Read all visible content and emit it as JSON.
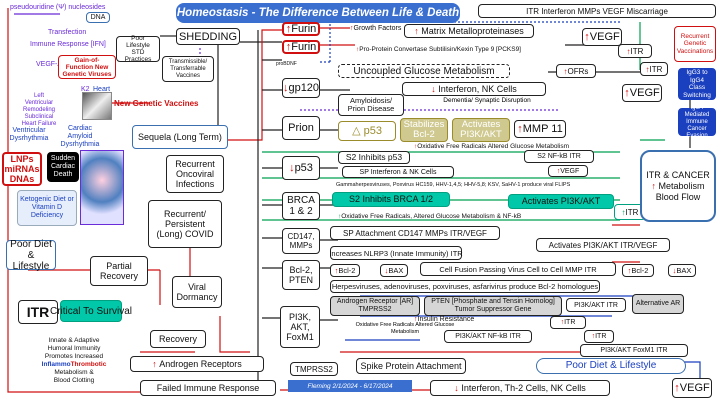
{
  "title": "Homeostasis - The Difference Between Life & Death",
  "signature": "Fleming 2/1/2024 - 6/17/2024",
  "colors": {
    "red": "#d01010",
    "blue": "#1a3fbf",
    "purple": "#6a2bd8",
    "green": "#00a050",
    "teal": "#00c8a8",
    "cyan": "#3fd0ff",
    "gray": "#d6d6d6",
    "title_bg": "#3a6fd0"
  },
  "left": {
    "pseudouridine": "pseudouridine (Ψ) nucleosides",
    "dna": "DNA",
    "transfection": "Transfection",
    "immune_response": "Immune Response [IFN]",
    "vegfa": "VEGF-A",
    "k2": "K2",
    "heart": "Heart",
    "lv": [
      "Left",
      "Ventricular",
      "Remodeling",
      "Subclinical",
      "Heart Failure"
    ],
    "gof": "Gain-of-Function New Genetic Viruses",
    "new_vaccines": "New Genetic Vaccines",
    "ventricular": "Ventricular Dysrhythmia",
    "cardiac": "Cardiac Amyloid Dysrhythmia",
    "lnps": "LNPs miRNAs DNAs",
    "sudden": "Sudden Cardiac Death",
    "keto": "Ketogenic Diet or Vitamin D Deficiency",
    "poor_diet": "Poor Diet & Lifestyle",
    "itr": "ITR",
    "critical": "Critical To Survival",
    "innate": [
      "Innate & Adaptive",
      "Humoral Immunity",
      "Promotes Increased",
      "Inflammothrombotic",
      "Metabolism &",
      "Blood Clotting"
    ],
    "inflammo_a": "Inflammo",
    "inflammo_b": "Thrombotic"
  },
  "middle": {
    "poor_lifestyle": "Poor Lifestyle STD Practices",
    "shedding": "SHEDDING",
    "transmissible": "Transmissible/ Transferrable Vaccines",
    "sequela": "Sequela (Long Term)",
    "recurrent_oncoviral": "Recurrent Oncoviral Infections",
    "recurrent_covid": "Recurrent/ Persistent (Long) COVID",
    "partial_recovery": "Partial Recovery",
    "viral_dormancy": "Viral Dormancy",
    "recovery": "Recovery",
    "androgen": "Androgen Receptors",
    "tmprss2": "TMPRSS2",
    "spike": "Spike Protein Attachment",
    "failed": "Failed Immune Response"
  },
  "stack": [
    "Furin",
    "Furin",
    "gp120",
    "Prion",
    "p53",
    "BRCA 1 & 2",
    "CD147, MMPs",
    "Bcl-2, PTEN",
    "PI3K, AKT, FoxM1"
  ],
  "stack_tag": "proBDNF",
  "center": {
    "growth_factors": "Growth Factors",
    "matrix": "Matrix Metalloproteinases",
    "vegf": "VEGF",
    "pcsk9": "Pro-Protein Convertase Subtilisin/Kexin Type 9 [PCKS9]",
    "itr": "ITR",
    "uncoupled": "Uncoupled Glucose Metabolism",
    "ofrs": "OFRs",
    "interferon_nk": "Interferon, NK Cells",
    "amyloidosis": "Amyloidosis/ Prion Disease",
    "dementia": "Dementia/ Synaptic Disruption",
    "p53": "p53",
    "stabilizes": "Stabilizes Bcl-2",
    "activates_pi3k": "Activates PI3K/AKT",
    "mmp11": "MMP 11",
    "ofr_altered": "Oxidative Free Radicals Altered Glucose Metabolism",
    "s2_p53": "S2 Inhibits p53",
    "s2_nfkb": "S2 NF-kB ITR",
    "sp_interferon": "SP Interferon & NK Cells",
    "gammaherpes": "Gammaherpesviruses, Poxvirus HC159, HHV-1,4,5; HHV-5,8; KSV, SaHV-1 produce viral FLIPS",
    "s2_brca": "S2 Inhibits BRCA 1/2",
    "activates_pi3k2": "Activates PI3K/AKT",
    "ofr_nfkb": "Oxidative Free Radicals, Altered Glucose Metabolism & NF-kB",
    "sp_cd147": "SP Attachment CD147 MMPs ITR/VEGF",
    "activates_pi3k3": "Activates PI3K/AKT ITR/VEGF",
    "nlrp3": "Increases NLRP3 (Innate Immunity) ITR",
    "bcl2": "Bcl-2",
    "bax": "BAX",
    "cell_fusion": "Cell Fusion Passing Virus Cell to Cell MMP ITR",
    "bcl2_b": "Bcl-2",
    "bax_b": "BAX",
    "herpes": "Herpesviruses, adenoviruses, poxviruses, asfarivirus produce Bcl-2 homologues",
    "androgen_ar": "Androgen Receptor [AR] TMPRSS2",
    "pten": "PTEN [Phosphate and Tensin Homolog] Tumor Suppressor Gene",
    "pi3k_itr": "PI3K/AKT ITR",
    "alt_ar": "Alternative AR",
    "insulin": "Insulin Resistance",
    "ofr_small": "Oxidative Free Radicals Altered Glucose Metabolism",
    "pi3k_row": "PI3K/AKT NF-kB ITR",
    "foxm1": "PI3K/AKT FoxM1 ITR",
    "interferon_th2": "Interferon, Th-2 Cells, NK Cells",
    "vegf_bottom": "VEGF",
    "poor_diet_right": "Poor Diet & Lifestyle"
  },
  "right": {
    "top_row": "ITR Interferon MMPs VEGF Miscarriage",
    "recurrent_genetic": "Recurrent Genetic Vaccinations",
    "igg": "IgG3 to IgG4 Class Switching",
    "igg4": "IgG4 Mediated Immune Cancer Evasion",
    "itr_cancer": "ITR & CANCER",
    "metabolism": "Metabolism",
    "blood_flow": "Blood Flow"
  }
}
